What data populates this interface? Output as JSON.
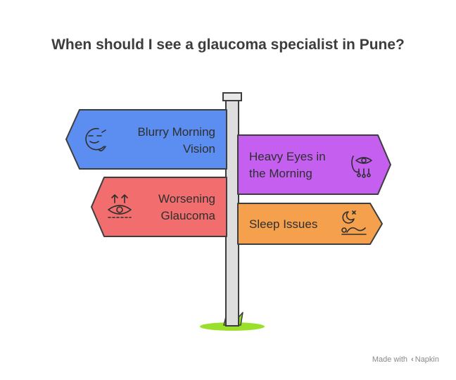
{
  "title": "When should I see a glaucoma specialist in Pune?",
  "signs": {
    "blurry": {
      "line1": "Blurry Morning",
      "line2": "Vision",
      "color": "#5b8ef0",
      "icon": "blurry-face-icon"
    },
    "heavy": {
      "line1": "Heavy Eyes in",
      "line2": "the Morning",
      "color": "#c45ff0",
      "icon": "teary-eye-icon"
    },
    "worsening": {
      "line1": "Worsening",
      "line2": "Glaucoma",
      "color": "#f26d6d",
      "icon": "eye-arrows-up-icon"
    },
    "sleep": {
      "line1": "Sleep Issues",
      "color": "#f5a04d",
      "icon": "moon-sleeper-icon"
    }
  },
  "footer": {
    "prefix": "Made with",
    "brand": "Napkin"
  }
}
